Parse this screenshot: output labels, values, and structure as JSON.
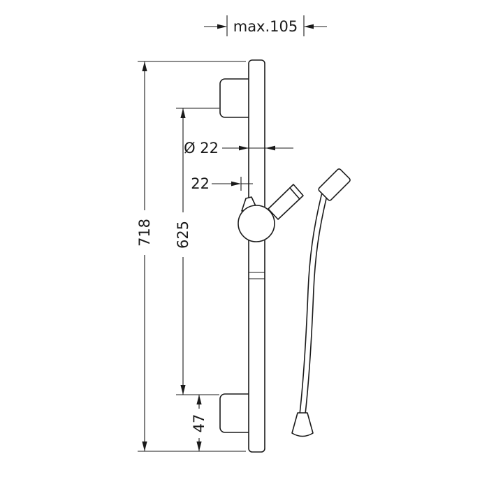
{
  "diagram": {
    "type": "technical-dimension-drawing",
    "subject": "shower-slide-bar-with-hose",
    "colors": {
      "line": "#1a1a1a",
      "background": "#ffffff"
    },
    "dimensions": {
      "max_width": "max.105",
      "total_length": "718",
      "hole_spacing": "625",
      "bar_diameter": "Ø 22",
      "holder_offset": "22",
      "bottom_offset": "47"
    }
  }
}
